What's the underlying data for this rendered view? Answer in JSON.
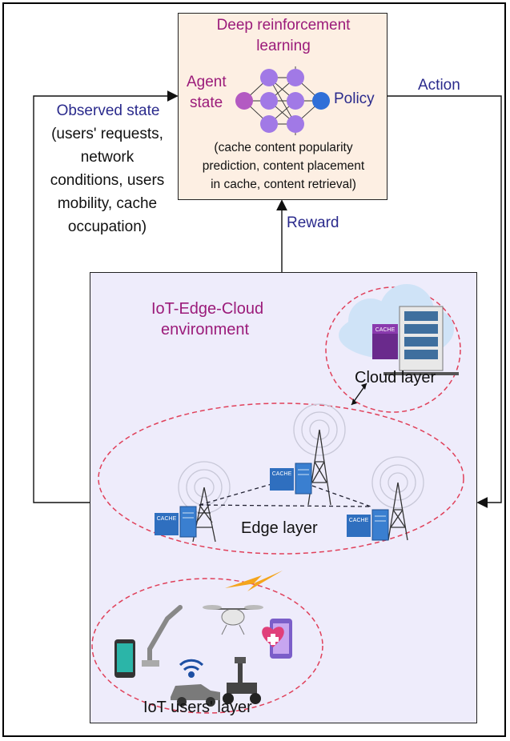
{
  "drl": {
    "title_line1": "Deep reinforcement",
    "title_line2": "learning",
    "agent_line1": "Agent",
    "agent_line2": "state",
    "policy": "Policy",
    "desc_line1": "(cache content popularity",
    "desc_line2": "prediction, content placement",
    "desc_line3": "in cache, content retrieval)"
  },
  "observed_state": {
    "line1": "Observed state",
    "line2": "(users' requests,",
    "line3": "network",
    "line4": "conditions, users",
    "line5": "mobility, cache",
    "line6": "occupation)"
  },
  "action_label": "Action",
  "reward_label": "Reward",
  "environment": {
    "title_line1": "IoT-Edge-Cloud",
    "title_line2": "environment",
    "cloud_layer": "Cloud layer",
    "edge_layer": "Edge layer",
    "iot_layer": "IoT users' layer",
    "cache_tag": "CACHE"
  },
  "colors": {
    "title_purple": "#9b1b7a",
    "label_navy": "#2a2a8c",
    "dashed_red": "#e0405a",
    "node_purple": "#a179e6",
    "agent_node": "#b35ac2",
    "policy_node": "#2f6fd8",
    "cache_server_blue": "#2f6fbf",
    "lightning_orange": "#f4a51c"
  }
}
